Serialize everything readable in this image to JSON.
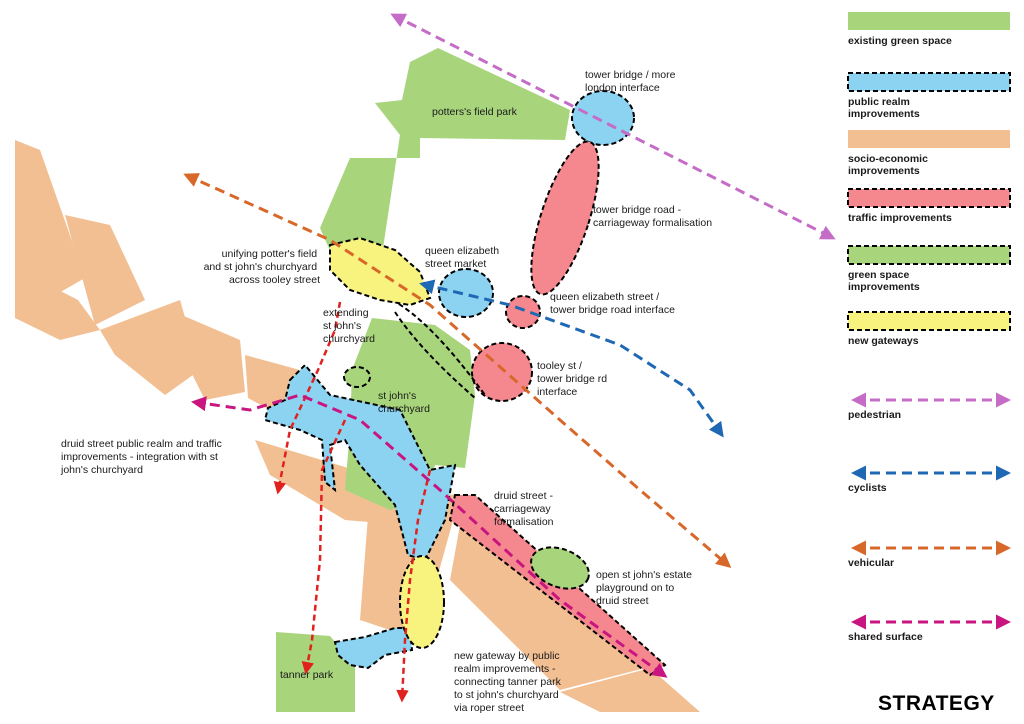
{
  "colors": {
    "socio_economic": "#F2BF92",
    "green_space": "#A8D47C",
    "public_realm": "#8CD3F2",
    "traffic": "#F4888E",
    "gateway": "#F8F37E",
    "pedestrian": "#C46CC6",
    "cyclists": "#1F68B3",
    "vehicular": "#D8682A",
    "shared_surface": "#C8157F",
    "internal_route": "#E0211E"
  },
  "title": "STRATEGY",
  "legend": [
    {
      "key": "existing-green-space",
      "label": "existing green space",
      "kind": "box",
      "color": "#A8D47C",
      "dashed": false
    },
    {
      "key": "public-realm-improvements",
      "label": [
        "public realm",
        "improvements"
      ],
      "kind": "box",
      "color": "#8CD3F2",
      "dashed": true
    },
    {
      "key": "socio-economic-improvements",
      "label": [
        "socio-economic",
        "improvements"
      ],
      "kind": "box",
      "color": "#F2BF92",
      "dashed": false
    },
    {
      "key": "traffic-improvements",
      "label": "traffic improvements",
      "kind": "box",
      "color": "#F4888E",
      "dashed": true
    },
    {
      "key": "green-space-improvements",
      "label": [
        "green space",
        "improvements"
      ],
      "kind": "box",
      "color": "#A8D47C",
      "dashed": true
    },
    {
      "key": "new-gateways",
      "label": "new gateways",
      "kind": "box",
      "color": "#F8F37E",
      "dashed": true
    },
    {
      "key": "pedestrian",
      "label": "pedestrian",
      "kind": "arrow",
      "color": "#C46CC6"
    },
    {
      "key": "cyclists",
      "label": "cyclists",
      "kind": "arrow",
      "color": "#1F68B3"
    },
    {
      "key": "vehicular",
      "label": "vehicular",
      "kind": "arrow",
      "color": "#D8682A"
    },
    {
      "key": "shared-surface",
      "label": "shared surface",
      "kind": "arrow",
      "color": "#C8157F"
    }
  ],
  "places": {
    "potters_field_park": "potters's field park",
    "tanner_park": "tanner park",
    "st_johns_churchyard": [
      "st john's",
      "churchyard"
    ]
  },
  "annotations": {
    "tower_bridge_interface": [
      "tower bridge / more",
      "london interface"
    ],
    "tower_bridge_road": [
      "tower bridge road -",
      "carriageway formalisation"
    ],
    "queen_elizabeth_market": [
      "queen elizabeth",
      "street market"
    ],
    "qe_street_interface": [
      "queen elizabeth street /",
      "tower bridge road interface"
    ],
    "unifying": [
      "unifying potter's field",
      "and st john's churchyard",
      "across tooley street"
    ],
    "extending": [
      "extending",
      "st john's",
      "churchyard"
    ],
    "tooley_st": [
      "tooley st /",
      "tower bridge rd",
      "interface"
    ],
    "druid_street_public_realm": [
      "druid street public realm and traffic",
      "improvements - integration with st",
      "john's churchyard"
    ],
    "druid_street_carriageway": [
      "druid street -",
      "carriageway",
      "formalisation"
    ],
    "open_estate_playground": [
      "open st john's estate",
      "playground on to",
      "druid street"
    ],
    "new_gateway": [
      "new gateway by public",
      "realm improvements -",
      "connecting tanner park",
      "to st john's churchyard",
      "via roper street"
    ]
  }
}
